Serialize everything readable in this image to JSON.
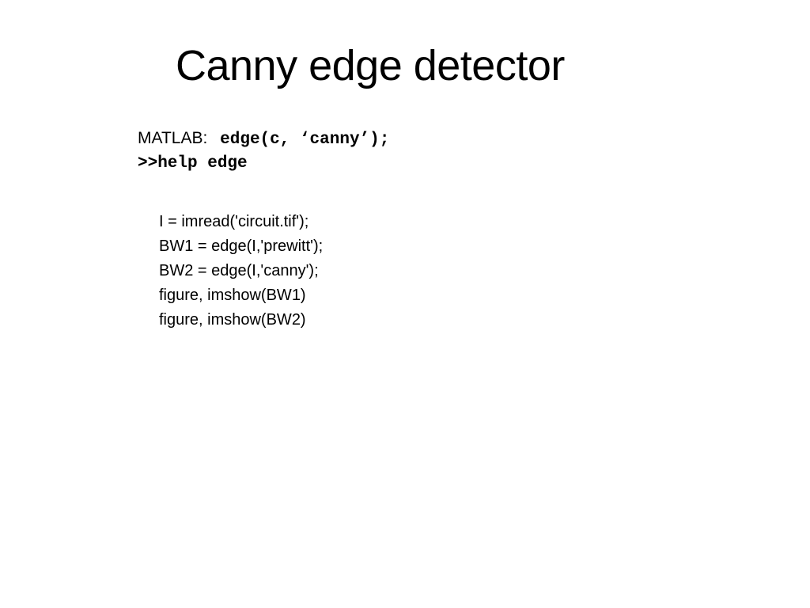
{
  "slide": {
    "title": "Canny edge detector"
  },
  "commands": {
    "matlab_label": "MATLAB:",
    "matlab_call": "edge(c, ‘canny’);",
    "help_call": ">>help edge"
  },
  "code_lines": [
    "I = imread('circuit.tif');",
    "BW1 = edge(I,'prewitt');",
    "BW2 = edge(I,'canny');",
    "figure, imshow(BW1)",
    "figure, imshow(BW2)"
  ]
}
